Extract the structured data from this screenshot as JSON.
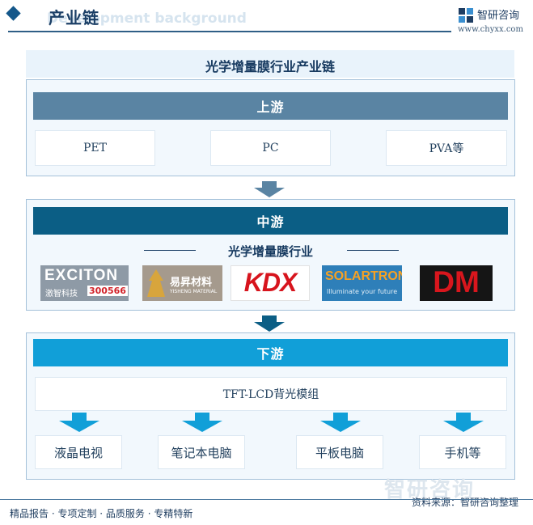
{
  "header": {
    "title": "产业链",
    "watermark": "Development background",
    "logo_name": "智研咨询",
    "logo_url": "www.chyxx.com"
  },
  "main_title": "光学增量膜行业产业链",
  "upstream": {
    "label": "上游",
    "items": [
      "PET",
      "PC",
      "PVA等"
    ]
  },
  "midstream": {
    "label": "中游",
    "sub_title": "光学增量膜行业",
    "logos": [
      {
        "name": "EXCITON",
        "sub": "激智科技",
        "code": "300566"
      },
      {
        "name": "易昇材料",
        "sub": "YISHENG MATERIAL"
      },
      {
        "name": "KDX"
      },
      {
        "name": "SOLARTRON",
        "sub": "Illuminate your future"
      },
      {
        "name": "DM"
      }
    ]
  },
  "downstream": {
    "label": "下游",
    "module": "TFT-LCD背光模组",
    "items": [
      "液晶电视",
      "笔记本电脑",
      "平板电脑",
      "手机等"
    ]
  },
  "footer": {
    "left": "精品报告 · 专项定制 · 品质服务 · 专精特新",
    "right": "资料来源：智研咨询整理",
    "watermark": "智研咨询"
  },
  "colors": {
    "upstream": "#5a84a3",
    "midstream": "#0b5e85",
    "downstream": "#119fd8"
  }
}
